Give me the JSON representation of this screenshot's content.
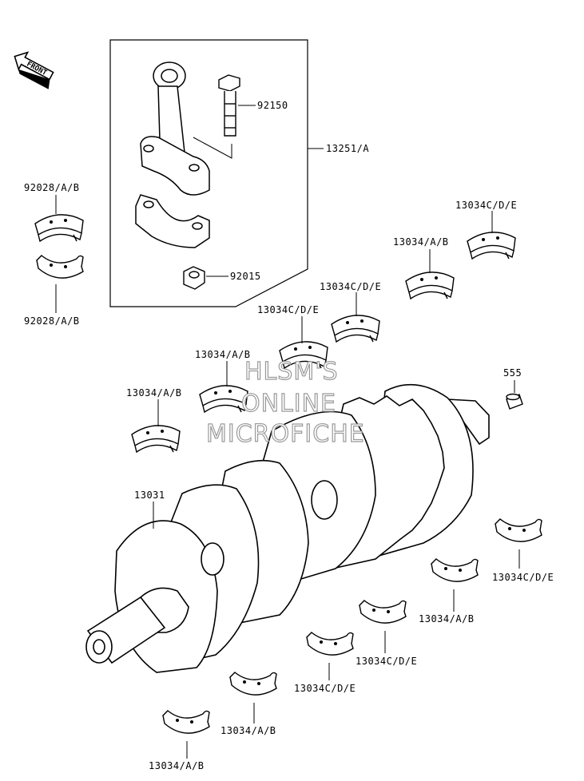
{
  "front_label": "FRONT",
  "watermark": {
    "line1": "HLSM'S",
    "line2": "ONLINE",
    "line3": "MICROFICHE"
  },
  "labels": {
    "bolt": "92150",
    "con_rod_assy": "13251/A",
    "nut": "92015",
    "con_rod_bearing_upper": "92028/A/B",
    "con_rod_bearing_lower": "92028/A/B",
    "main_bearing_1": "13034C/D/E",
    "main_bearing_2": "13034/A/B",
    "main_bearing_3": "13034C/D/E",
    "main_bearing_4": "13034C/D/E",
    "main_bearing_5": "13034/A/B",
    "main_bearing_6": "13034/A/B",
    "pin": "555",
    "crankshaft": "13031",
    "lower_bearing_1": "13034C/D/E",
    "lower_bearing_2": "13034/A/B",
    "lower_bearing_3": "13034C/D/E",
    "lower_bearing_4": "13034C/D/E",
    "lower_bearing_5": "13034/A/B",
    "lower_bearing_6": "13034/A/B"
  }
}
